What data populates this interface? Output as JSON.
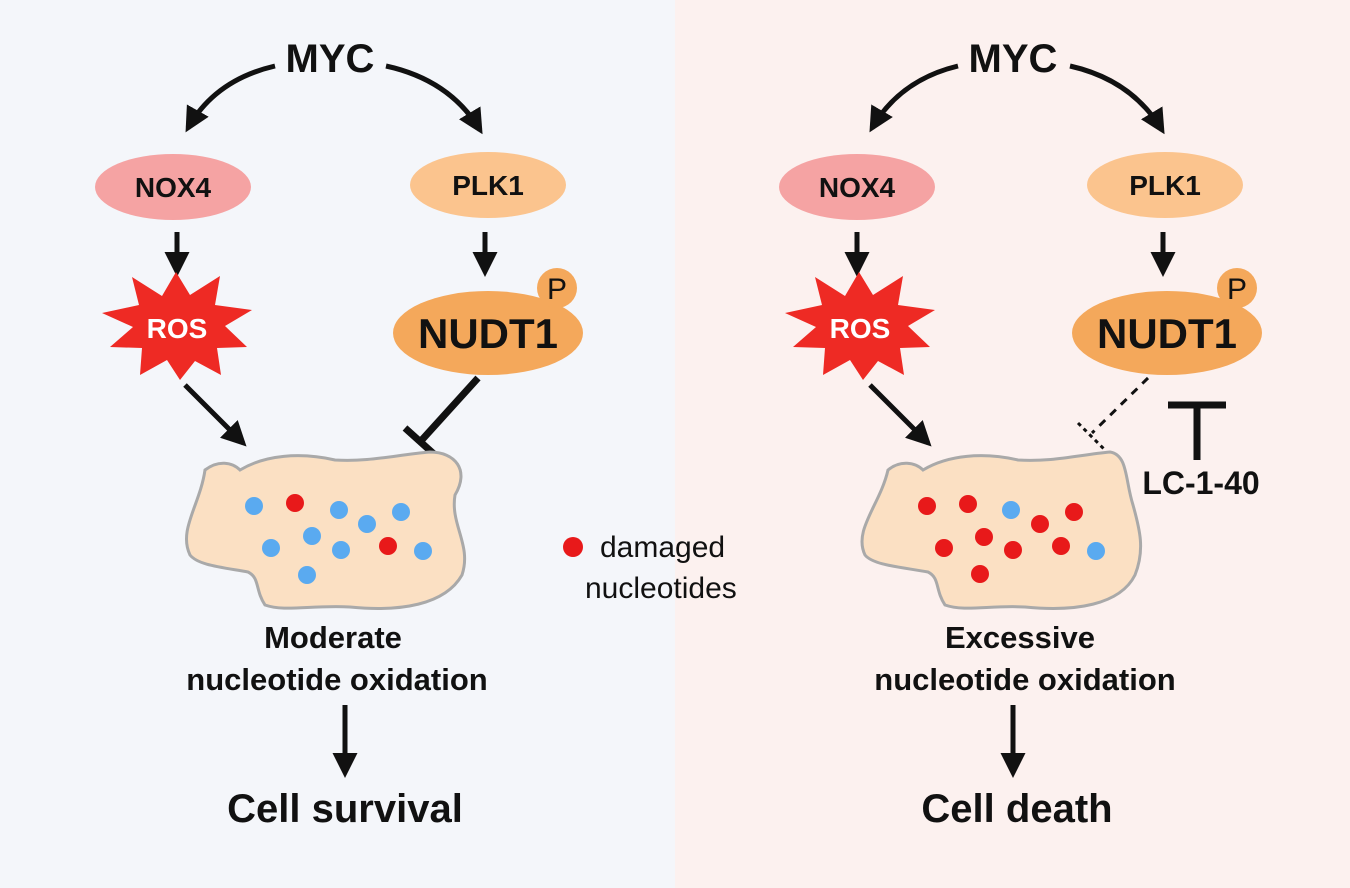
{
  "colors": {
    "nox4_fill": "#f5a3a3",
    "plk1_fill": "#fbc48e",
    "nudt1_fill": "#f4a85b",
    "phospho_fill": "#f4a85b",
    "ros_fill": "#ee2a24",
    "cell_fill": "#fbe0c3",
    "cell_stroke": "#a9a9a9",
    "damaged_dot": "#e8191a",
    "normal_dot": "#5aaaf0",
    "arrow": "#111111"
  },
  "left": {
    "myc": "MYC",
    "nox4": "NOX4",
    "plk1": "PLK1",
    "ros": "ROS",
    "nudt1": "NUDT1",
    "phospho": "P",
    "oxidation_line1": "Moderate",
    "oxidation_line2": "nucleotide oxidation",
    "outcome": "Cell survival"
  },
  "right": {
    "myc": "MYC",
    "nox4": "NOX4",
    "plk1": "PLK1",
    "ros": "ROS",
    "nudt1": "NUDT1",
    "phospho": "P",
    "inhibitor": "LC-1-40",
    "oxidation_line1": "Excessive",
    "oxidation_line2": "nucleotide oxidation",
    "outcome": "Cell death"
  },
  "legend": {
    "line1": "damaged",
    "line2": "nucleotides"
  }
}
